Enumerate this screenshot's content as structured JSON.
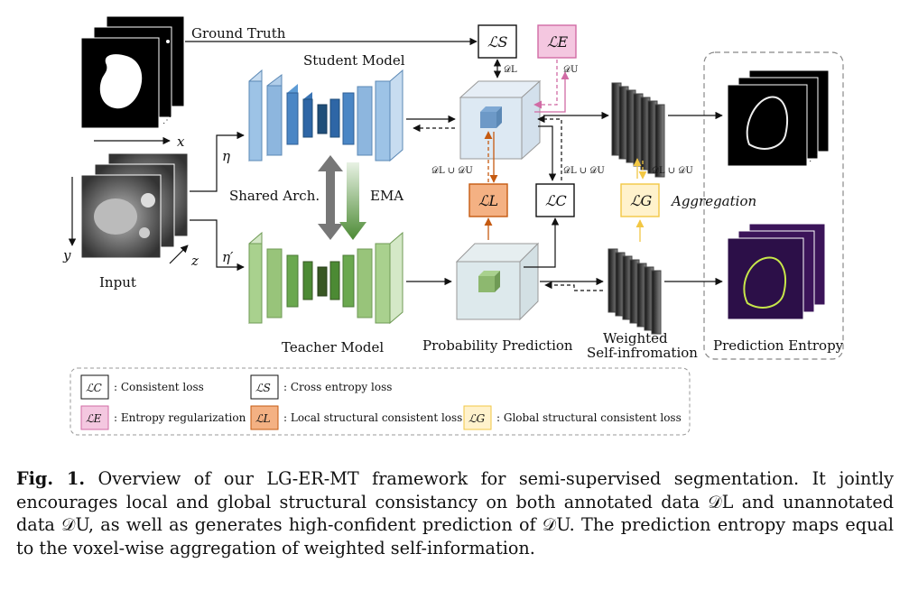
{
  "labels": {
    "ground_truth": "Ground Truth",
    "student_model": "Student Model",
    "teacher_model": "Teacher Model",
    "input": "Input",
    "shared_arch": "Shared Arch.",
    "ema": "EMA",
    "probability_prediction": "Probability Prediction",
    "weighted_line1": "Weighted",
    "weighted_line2": "Self-infromation",
    "prediction_entropy": "Prediction Entropy",
    "aggregation": "Aggregation",
    "eta": "η",
    "eta_prime": "η′",
    "axis_x": "x",
    "axis_y": "y",
    "axis_z": "z"
  },
  "loss_boxes": {
    "ls": "ℒS",
    "le": "ℒE",
    "ll": "ℒL",
    "lc": "ℒC",
    "lg": "ℒG"
  },
  "set_labels": {
    "dl": "𝒟L",
    "du": "𝒟U",
    "dl_du_left": "𝒟L ∪ 𝒟U",
    "dl_du_mid": "𝒟L ∪ 𝒟U",
    "dl_du_right": "𝒟L ∪ 𝒟U"
  },
  "legend": {
    "lc_desc": ": Consistent loss",
    "ls_desc": ": Cross entropy loss",
    "le_desc": ": Entropy regularization",
    "ll_desc": ": Local structural consistent loss",
    "lg_desc": ": Global structural consistent loss"
  },
  "caption": {
    "label": "Fig. 1.",
    "text": "Overview of our LG-ER-MT framework for semi-supervised segmentation. It jointly encourages local and global structural consistancy on both annotated data 𝒟L and unannotated data 𝒟U, as well as generates high-confident prediction of 𝒟U. The prediction entropy maps equal to the voxel-wise aggregation of weighted self-information."
  },
  "colors": {
    "student_blue": "#9dc3e6",
    "student_dark": "#1f4e79",
    "teacher_green": "#a9d18e",
    "teacher_dark": "#385723",
    "le_fill": "#f4c7e0",
    "le_stroke": "#d16ba5",
    "ll_fill": "#f4b183",
    "ll_stroke": "#c55a11",
    "lg_fill": "#fff2cc",
    "lg_stroke": "#f2c744",
    "entropy_bg": "#3b1459"
  }
}
